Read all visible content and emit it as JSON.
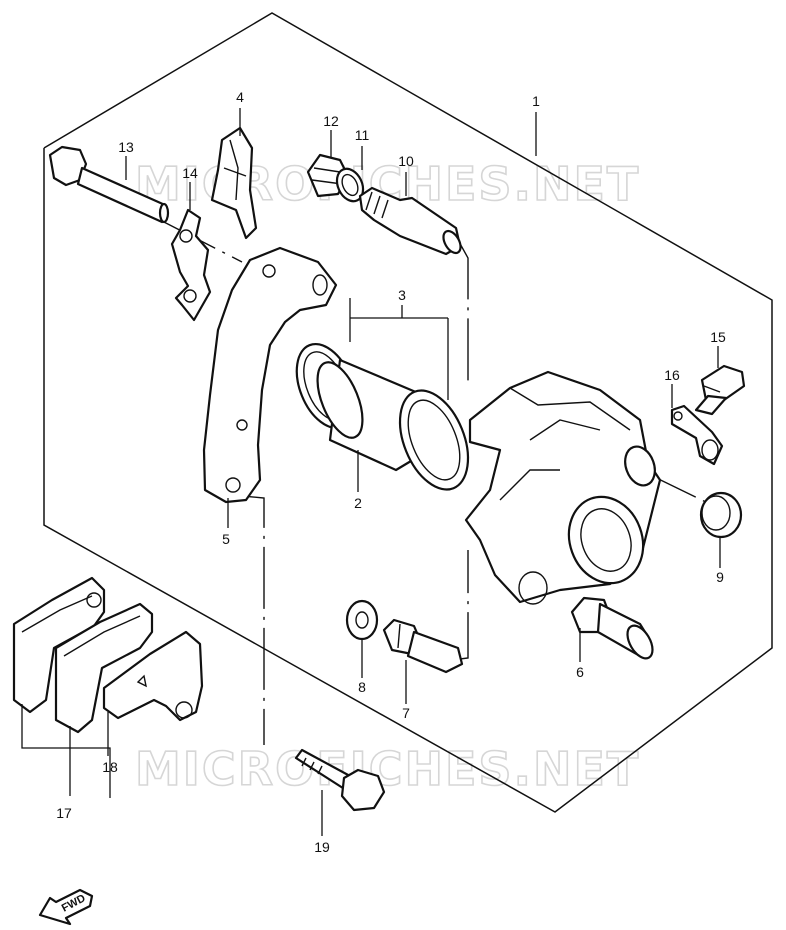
{
  "watermark": "MICROFICHES.NET",
  "fwd_label": "FWD",
  "callouts": {
    "c1": "1",
    "c2": "2",
    "c3": "3",
    "c4": "4",
    "c5": "5",
    "c6": "6",
    "c7": "7",
    "c8": "8",
    "c9": "9",
    "c10": "10",
    "c11": "11",
    "c12": "12",
    "c13": "13",
    "c14": "14",
    "c15": "15",
    "c16": "16",
    "c17": "17",
    "c18": "18",
    "c19": "19"
  }
}
